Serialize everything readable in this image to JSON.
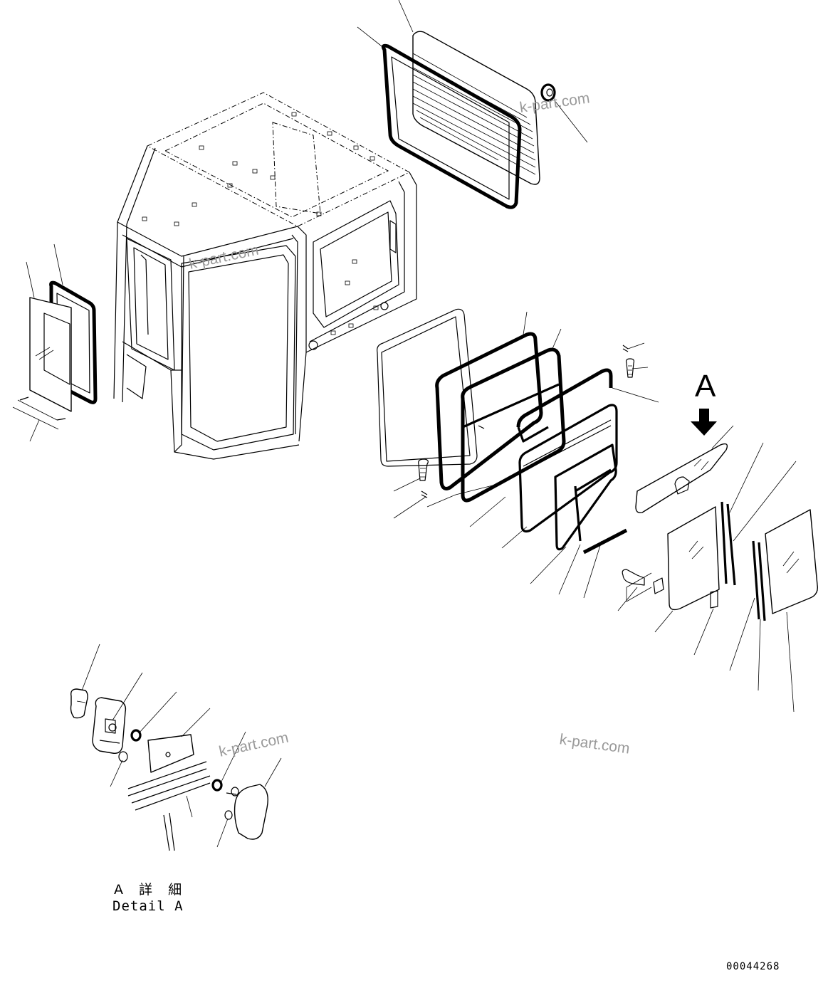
{
  "view_label": "A",
  "detail_caption_jp": "A 詳 細",
  "detail_caption_en": "Detail A",
  "drawing_number": "00044268",
  "watermarks": [
    "k-part.com",
    "k-part.com",
    "k-part.com",
    "k-part.com"
  ],
  "colors": {
    "line": "#000000",
    "background": "#ffffff",
    "watermark": "#9a9a9a"
  }
}
